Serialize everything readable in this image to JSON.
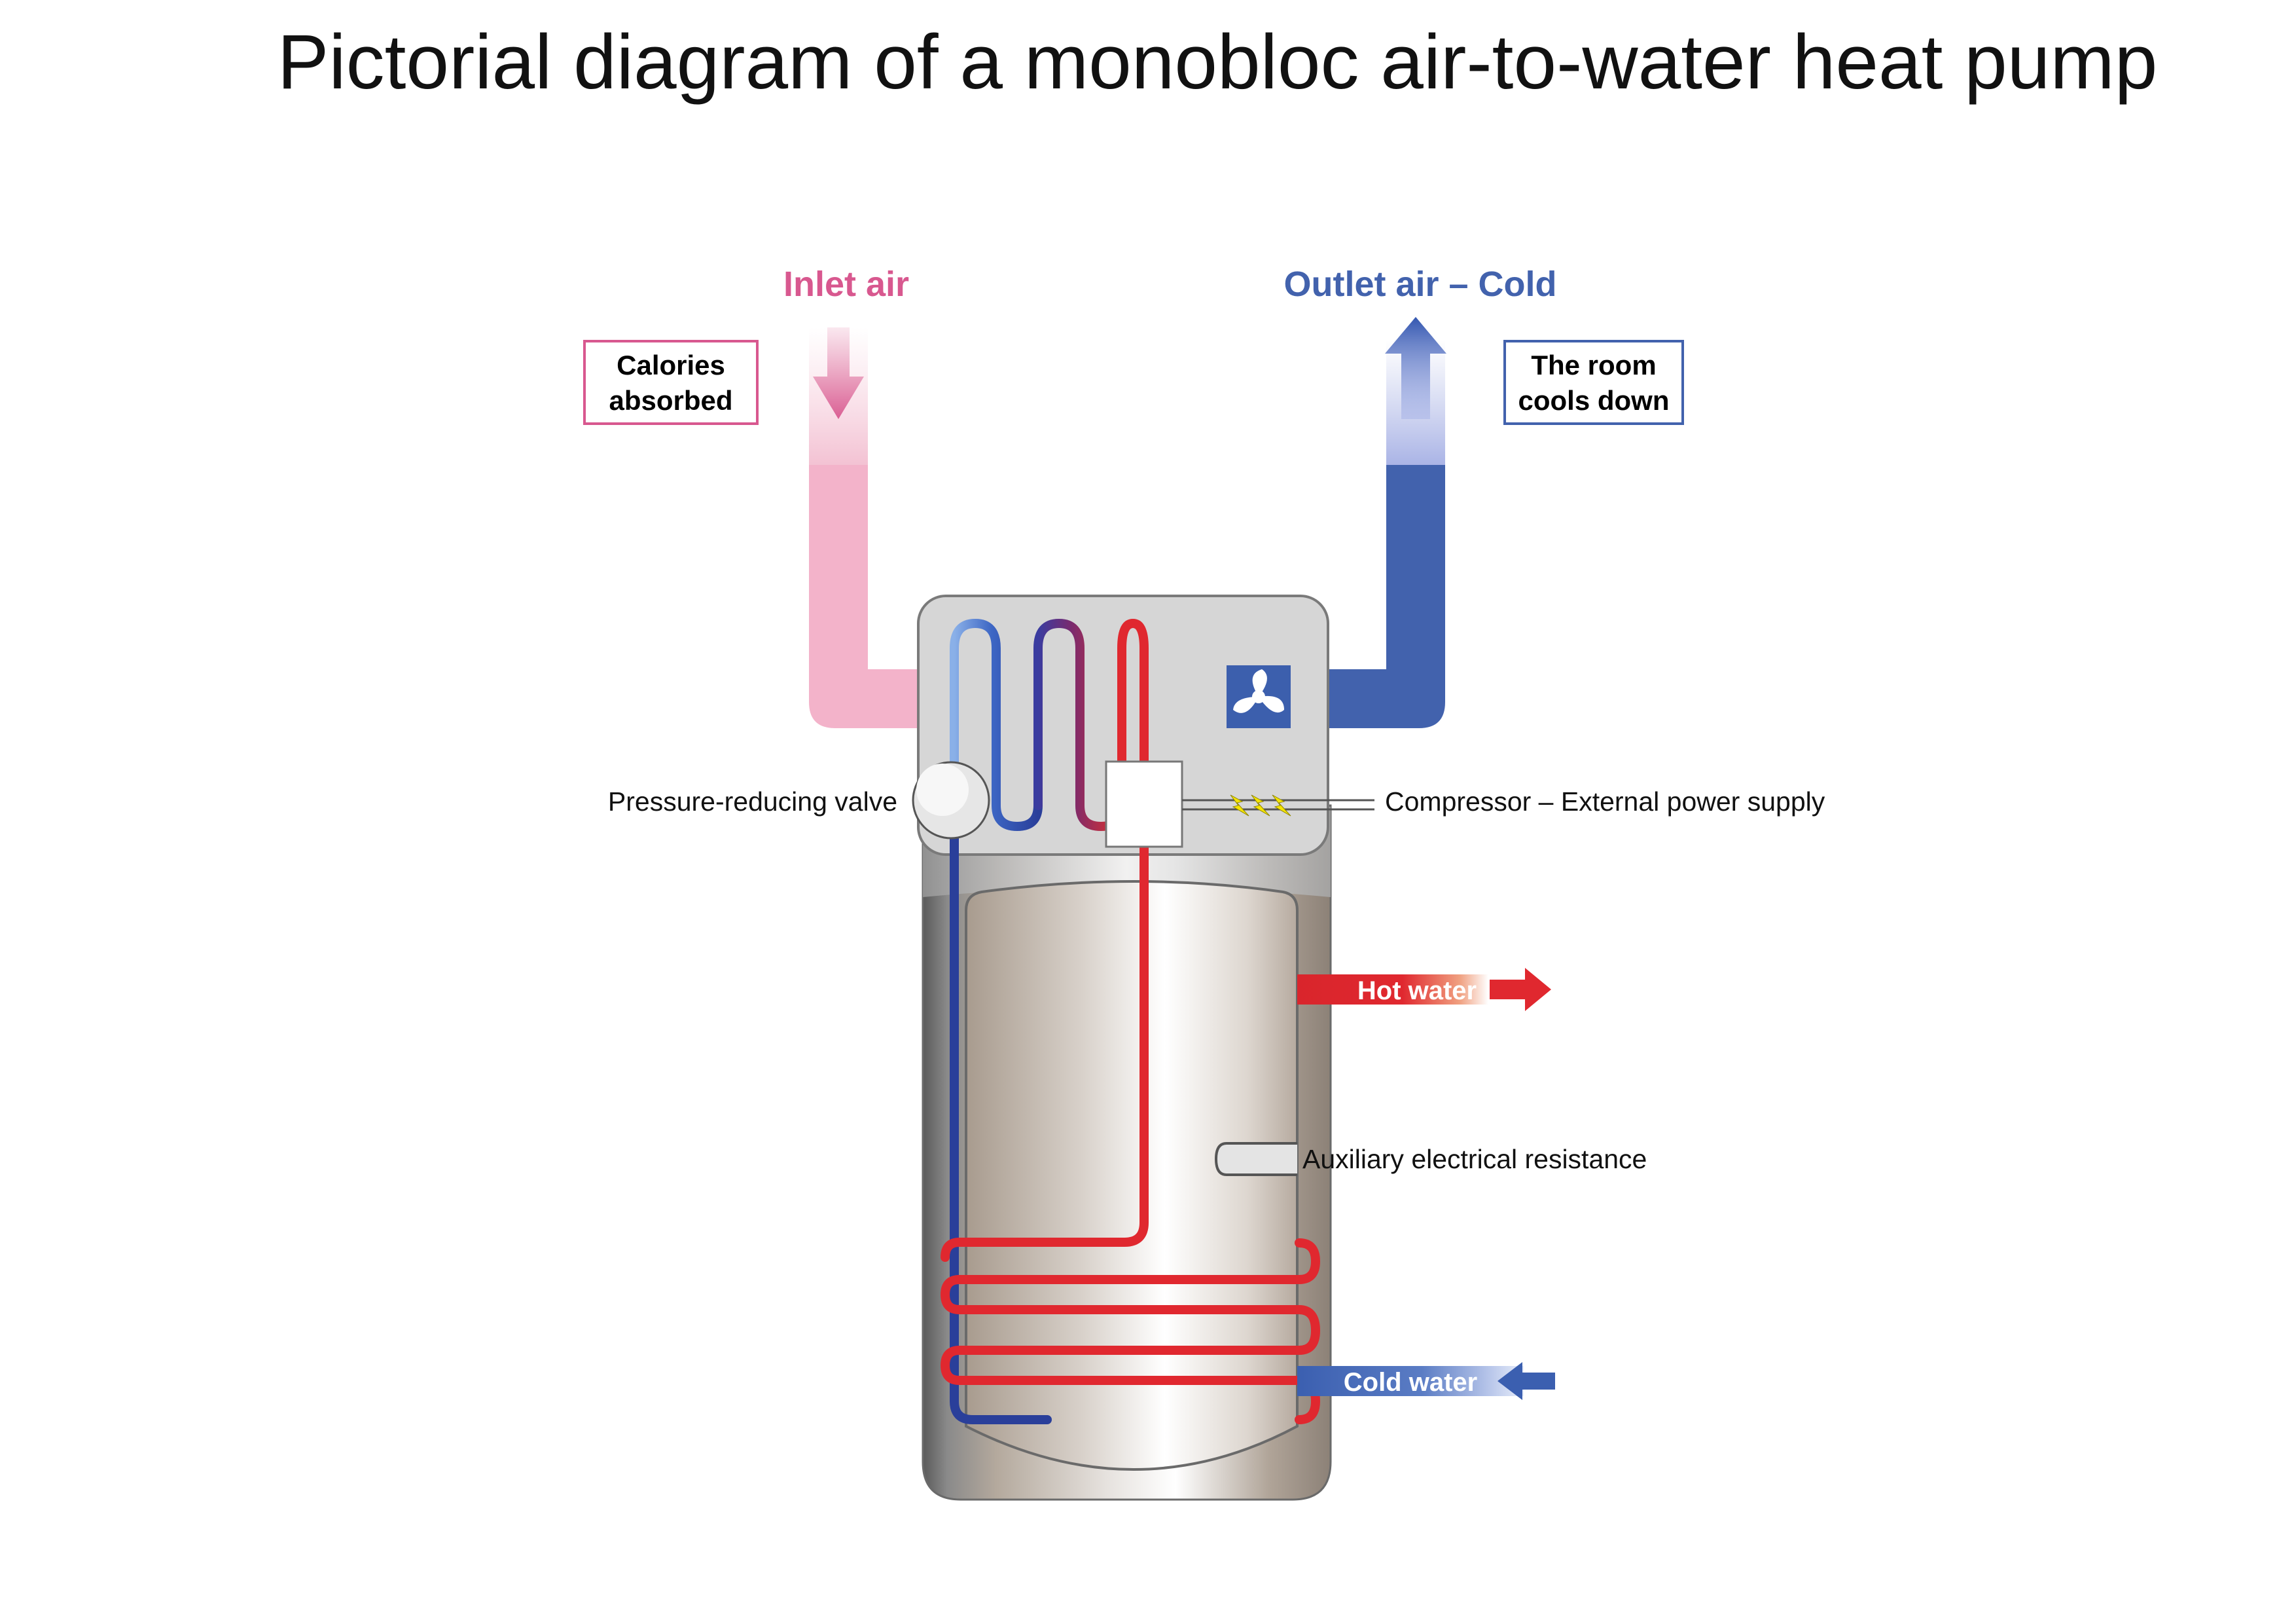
{
  "title": "Pictorial diagram of a monobloc air-to-water heat pump",
  "air": {
    "inlet_label": "Inlet air",
    "outlet_label": "Outlet air – Cold",
    "inlet_box": [
      "Calories",
      "absorbed"
    ],
    "outlet_box": [
      "The room",
      "cools down"
    ]
  },
  "components": {
    "valve": "Pressure-reducing valve",
    "compressor": "Compressor – External power supply",
    "resistance": "Auxiliary electrical resistance"
  },
  "water": {
    "hot": "Hot water",
    "cold": "Cold water"
  },
  "icons": {
    "fan": "fan-icon",
    "lightning": "lightning-icon",
    "arrows": [
      "arrow-down-icon",
      "arrow-up-icon",
      "arrow-right-icon",
      "arrow-left-icon"
    ]
  },
  "colors": {
    "inlet": "#d8588f",
    "inlet_duct": "#f3b3ca",
    "outlet": "#4262ad",
    "hot": "#e0282f",
    "cold": "#2a3f9a",
    "casing": "#d6d6d6"
  }
}
